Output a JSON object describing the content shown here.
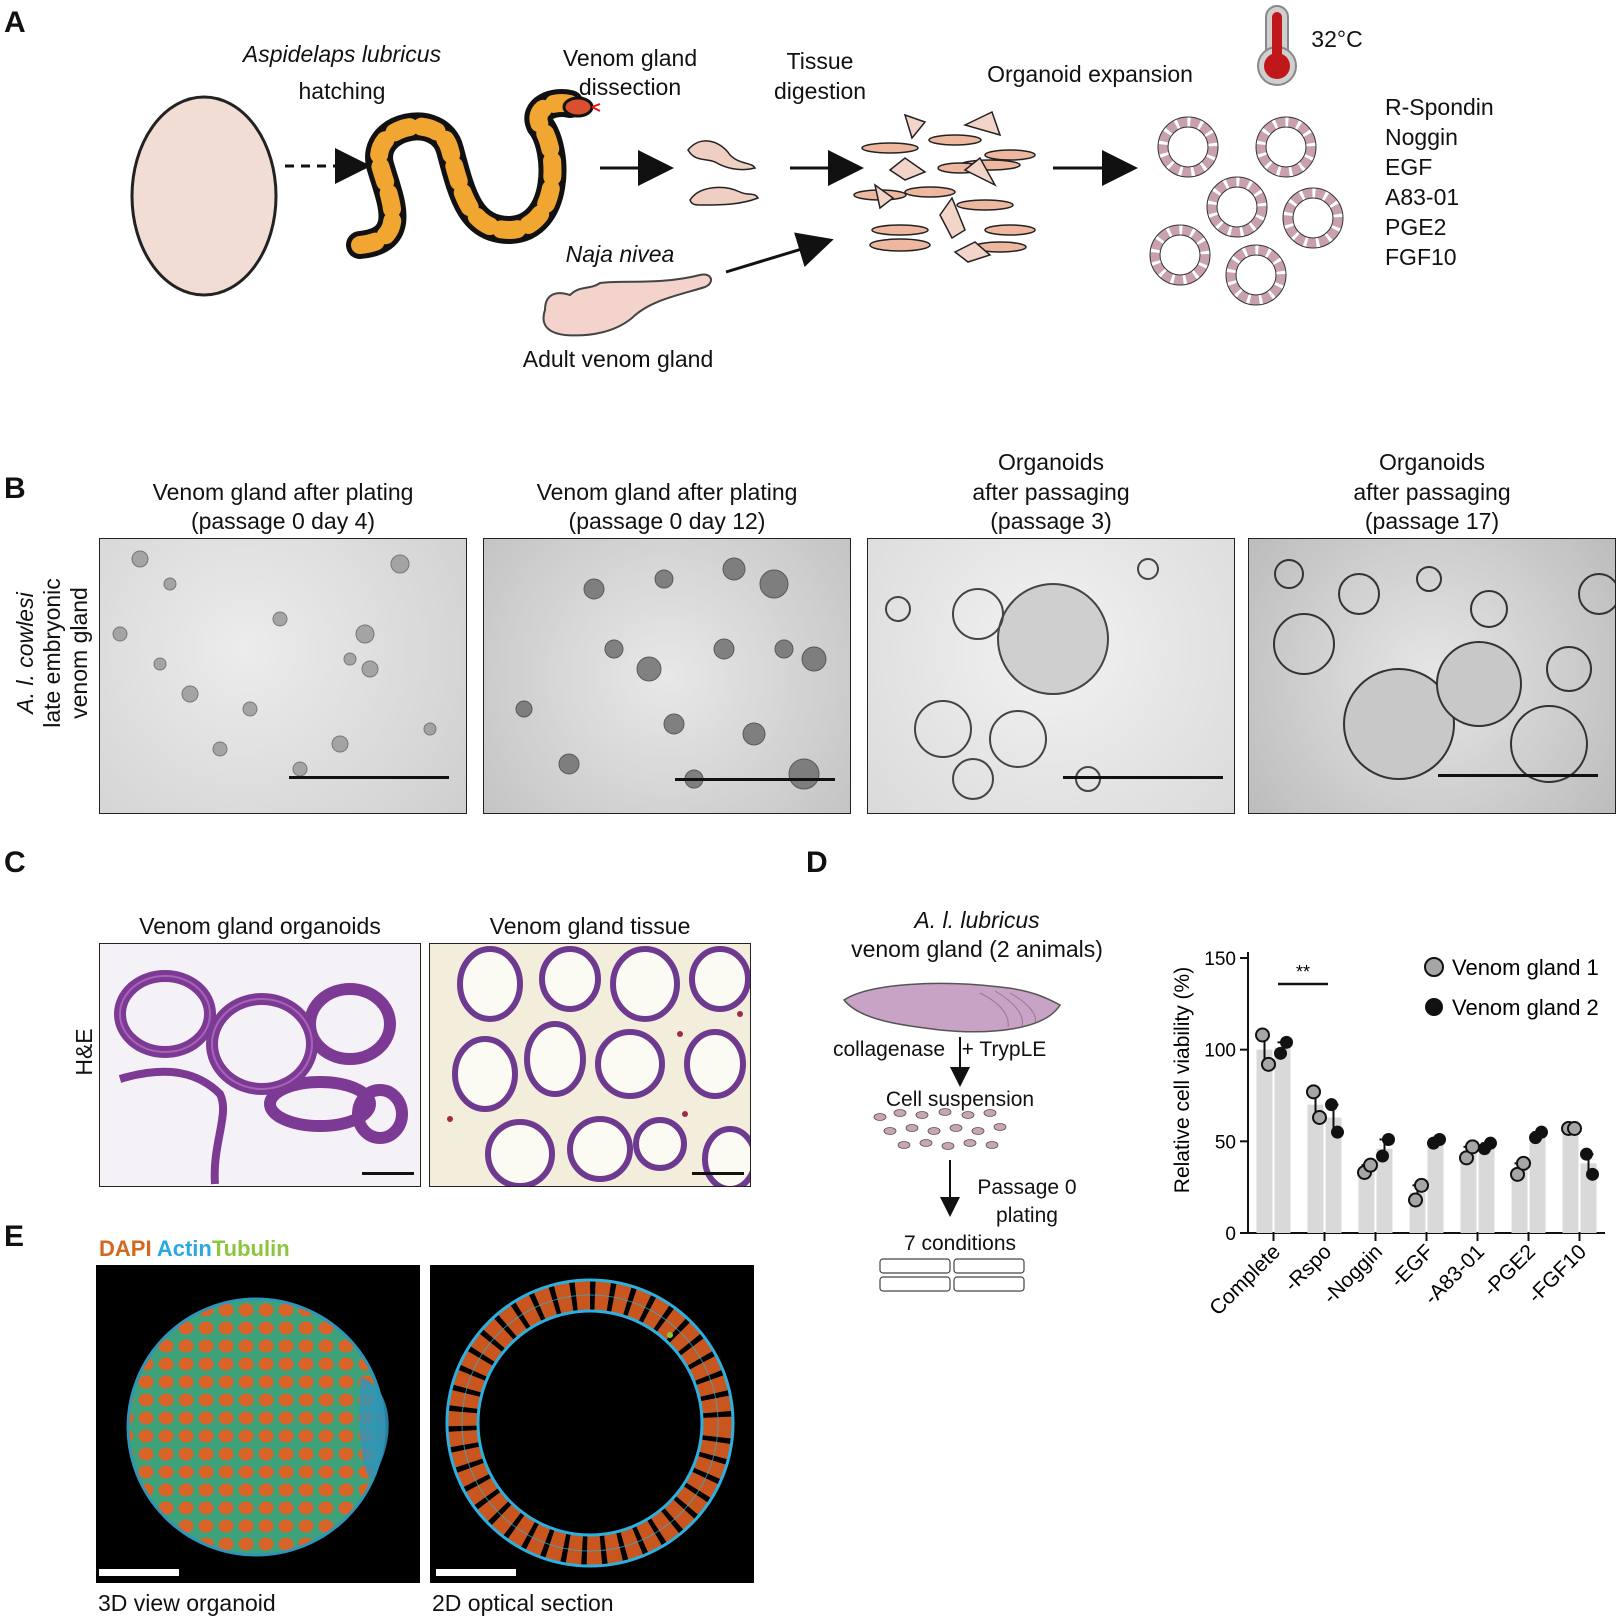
{
  "panels": {
    "a": "A",
    "b": "B",
    "c": "C",
    "d": "D",
    "e": "E"
  },
  "panel_a": {
    "species": "Aspidelaps lubricus",
    "hatching": "hatching",
    "dissection_1": "Venom gland",
    "dissection_2": "dissection",
    "digestion_1": "Tissue",
    "digestion_2": "digestion",
    "expansion": "Organoid expansion",
    "temperature": "32°C",
    "naja": "Naja nivea",
    "adult_gland": "Adult venom gland",
    "factors": [
      "R-Spondin",
      "Noggin",
      "EGF",
      "A83-01",
      "PGE2",
      "FGF10"
    ]
  },
  "panel_b": {
    "row_label_1": "A. l. cowlesi",
    "row_label_2": "late embryonic",
    "row_label_3": "venom gland",
    "images": [
      {
        "line1": "Venom gland after plating",
        "line2": "(passage 0 day 4)"
      },
      {
        "line1": "Venom gland after plating",
        "line2": "(passage 0 day 12)"
      },
      {
        "line0": "Organoids",
        "line1": "after passaging",
        "line2": "(passage 3)"
      },
      {
        "line0": "Organoids",
        "line1": "after passaging",
        "line2": "(passage 17)"
      }
    ]
  },
  "panel_c": {
    "stain": "H&E",
    "left_title": "Venom gland organoids",
    "right_title": "Venom gland tissue"
  },
  "panel_d": {
    "species": "A. l. lubricus",
    "source": "venom gland (2 animals)",
    "step1_a": "collagenase",
    "step1_b": "+ TrypLE",
    "suspension": "Cell suspension",
    "passage_1": "Passage 0",
    "passage_2": "plating",
    "conditions": "7 conditions"
  },
  "panel_e": {
    "dapi": "DAPI",
    "actin": "Actin",
    "tubulin": "Tubulin",
    "left_caption": "3D view organoid",
    "right_caption": "2D optical section",
    "colors": {
      "dapi": "#d2691e",
      "actin": "#29a9e0",
      "tubulin": "#8cc63f"
    }
  },
  "chart_data": {
    "type": "bar",
    "ylabel": "Relative cell viability (%)",
    "ylim": [
      0,
      150
    ],
    "yticks": [
      0,
      50,
      100,
      150
    ],
    "categories": [
      "Complete",
      "-Rspo",
      "-Noggin",
      "-EGF",
      "-A83-01",
      "-PGE2",
      "-FGF10"
    ],
    "significance": {
      "label": "**",
      "between": [
        "Complete",
        "-Rspo"
      ]
    },
    "series": [
      {
        "name": "Venom gland 1",
        "values": [
          100,
          70,
          35,
          22,
          44,
          35,
          57
        ],
        "points": [
          [
            108,
            92
          ],
          [
            77,
            63
          ],
          [
            33,
            37
          ],
          [
            18,
            26
          ],
          [
            41,
            47
          ],
          [
            32,
            38
          ],
          [
            57,
            57
          ]
        ]
      },
      {
        "name": "Venom gland 2",
        "values": [
          101,
          63,
          46,
          50,
          47,
          54,
          38
        ],
        "points": [
          [
            98,
            104
          ],
          [
            70,
            55
          ],
          [
            42,
            51
          ],
          [
            49,
            51
          ],
          [
            46,
            49
          ],
          [
            52,
            55
          ],
          [
            43,
            32
          ]
        ]
      }
    ],
    "colors": {
      "bar": "#d9d9d9",
      "s1": "#a6a6a6",
      "s2": "#111111"
    }
  }
}
